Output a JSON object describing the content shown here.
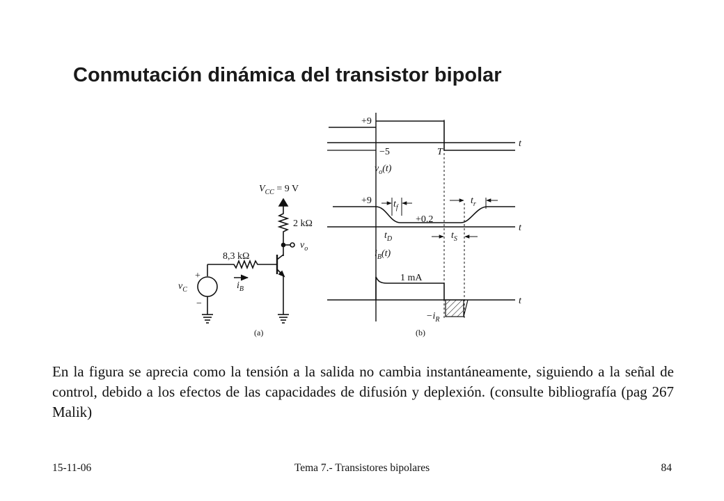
{
  "slide": {
    "title": "Conmutación dinámica del transistor bipolar",
    "body": "En la figura se aprecia como la tensión a la salida no cambia instantáneamente, siguiendo a la señal de control, debido a los efectos de las capacidades de difusión y deplexión. (consulte bibliografía (pag 267 Malik)",
    "footer_left": "15-11-06",
    "footer_center": "Tema 7.- Transistores bipolares",
    "footer_right": "84"
  },
  "circuit": {
    "vcc_main": "V",
    "vcc_sub": "CC",
    "vcc_value": " = 9 V",
    "rc": "2 kΩ",
    "rb": "8,3 kΩ",
    "vo_main": "v",
    "vo_sub": "o",
    "vc_main": "v",
    "vc_sub": "C",
    "ib_main": "i",
    "ib_sub": "B",
    "plus": "+",
    "minus": "−",
    "caption": "(a)"
  },
  "waveforms": {
    "input_high": "+9",
    "input_low": "−5",
    "period": "T",
    "t_axis": "t",
    "vo_label_main": "v",
    "vo_label_sub": "o",
    "vo_label_arg": "(t)",
    "vo_high": "+9",
    "vo_sat": "+0.2",
    "tf_main": "t",
    "tf_sub": "f",
    "tr_main": "t",
    "tr_sub": "r",
    "td_main": "t",
    "td_sub": "D",
    "ts_main": "t",
    "ts_sub": "S",
    "ib_label_main": "i",
    "ib_label_sub": "B",
    "ib_label_arg": "(t)",
    "ib_level": "1 mA",
    "ir_prefix": "−i",
    "ir_sub": "R",
    "caption": "(b)"
  }
}
